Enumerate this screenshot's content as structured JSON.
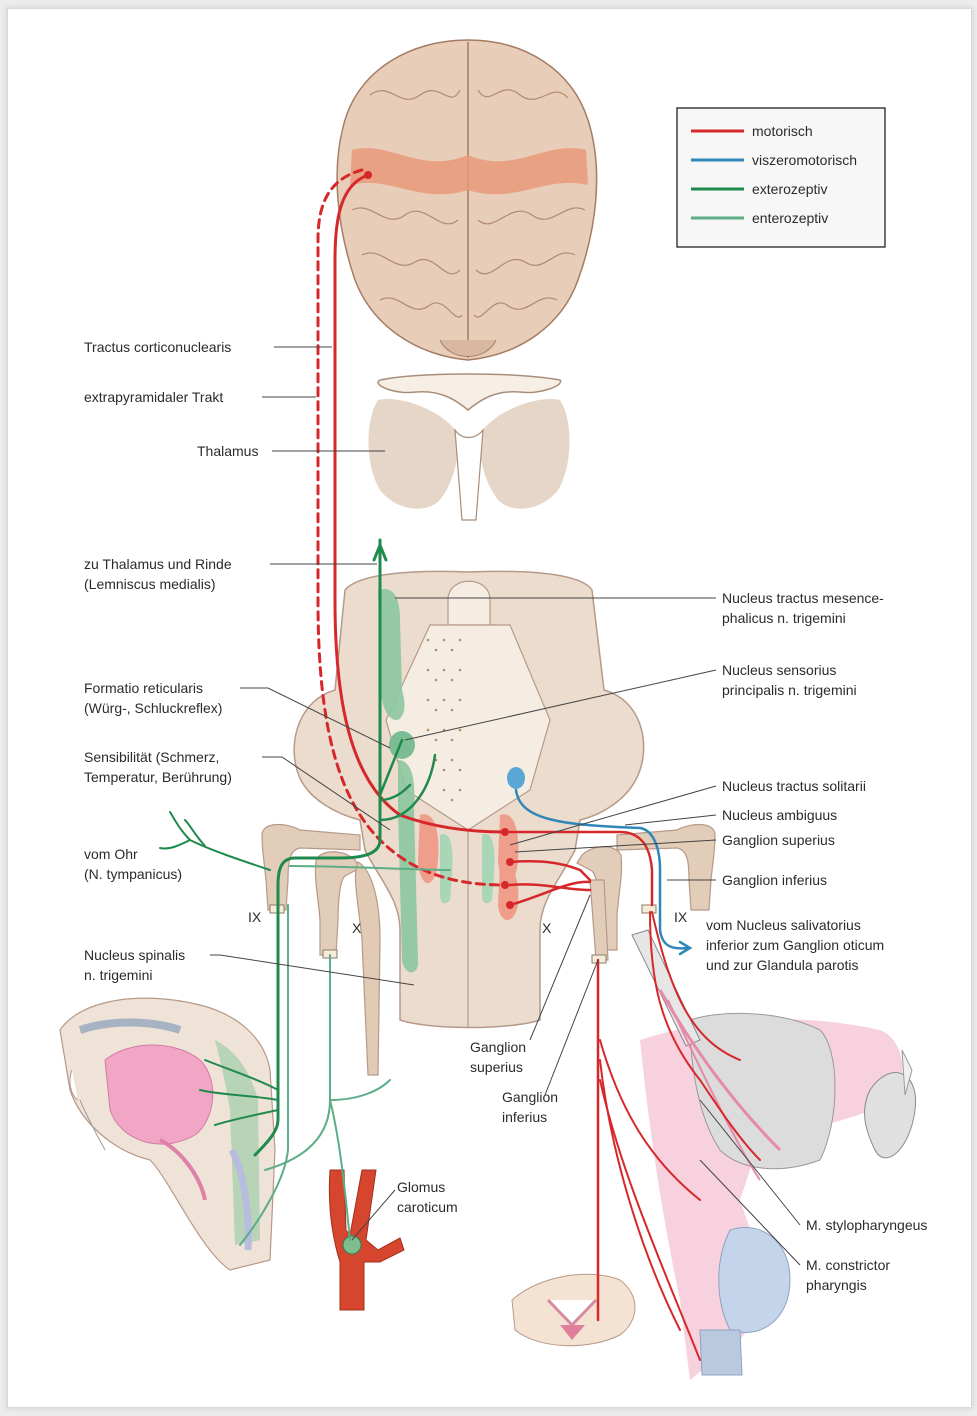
{
  "legend": [
    {
      "label": "motorisch",
      "color": "#d6282a"
    },
    {
      "label": "viszeromotorisch",
      "color": "#2f86b8"
    },
    {
      "label": "exterozeptiv",
      "color": "#1f8a4c"
    },
    {
      "label": "enterozeptiv",
      "color": "#5cae86"
    }
  ],
  "left_labels": {
    "tractus_corticonuclearis": "Tractus corticonuclearis",
    "extrapyramidaler_trakt": "extrapyramidaler Trakt",
    "thalamus": "Thalamus",
    "zu_thalamus_1": "zu Thalamus und Rinde",
    "zu_thalamus_2": "(Lemniscus medialis)",
    "formatio_1": "Formatio reticularis",
    "formatio_2": "(Würg-, Schluckreflex)",
    "sensibilitaet_1": "Sensibilität (Schmerz,",
    "sensibilitaet_2": "Temperatur, Berührung)",
    "vom_ohr_1": "vom Ohr",
    "vom_ohr_2": "(N. tympanicus)",
    "nucleus_spinalis_1": "Nucleus spinalis",
    "nucleus_spinalis_2": "n. trigemini"
  },
  "right_labels": {
    "mesence_1": "Nucleus tractus mesence-",
    "mesence_2": "phalicus n. trigemini",
    "sensorius_1": "Nucleus sensorius",
    "sensorius_2": "principalis n. trigemini",
    "solitarii": "Nucleus tractus solitarii",
    "ambiguus": "Nucleus ambiguus",
    "ganglion_superius": "Ganglion superius",
    "ganglion_inferius": "Ganglion inferius",
    "salivatorius_1": "vom Nucleus salivatorius",
    "salivatorius_2": "inferior zum Ganglion oticum",
    "salivatorius_3": "und zur Glandula parotis",
    "stylopharyngeus": "M. stylopharyngeus",
    "constrictor_1": "M. constrictor",
    "constrictor_2": "pharyngis"
  },
  "center_labels": {
    "ix_left": "IX",
    "x_left": "X",
    "x_right": "X",
    "ix_right": "IX",
    "ganglion_superius_1": "Ganglion",
    "ganglion_superius_2": "superius",
    "ganglion_inferius_1": "Ganglion",
    "ganglion_inferius_2": "inferius",
    "glomus_1": "Glomus",
    "glomus_2": "caroticum"
  }
}
